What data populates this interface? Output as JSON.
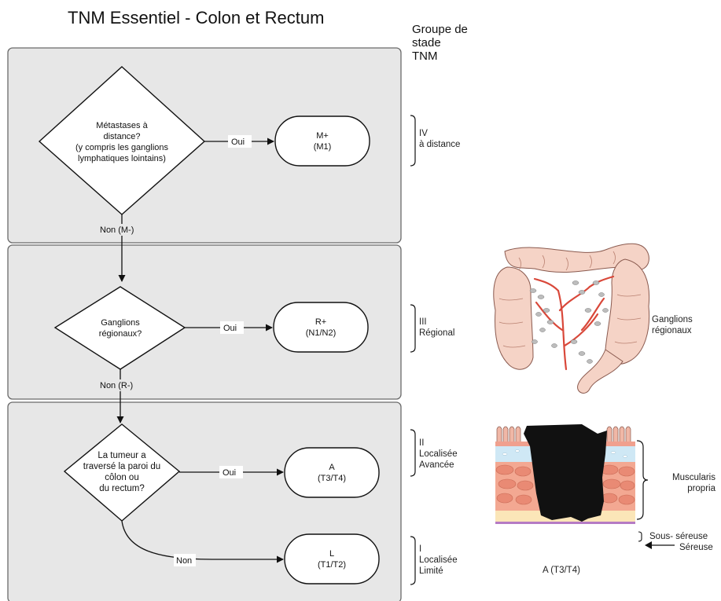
{
  "title": "TNM Essentiel - Colon et Rectum",
  "stage_column": {
    "heading": [
      "Groupe de",
      "stade",
      "TNM"
    ]
  },
  "panels": [
    {
      "decision": [
        "Métastases à",
        "distance?",
        "(y compris les ganglions",
        "lymphatiques lointains)"
      ],
      "yes_label": "Oui",
      "result": [
        "M+",
        "(M1)"
      ],
      "no_label": "Non (M-)",
      "stage": [
        "IV",
        "à distance"
      ]
    },
    {
      "decision": [
        "Ganglions",
        "régionaux?"
      ],
      "yes_label": "Oui",
      "result": [
        "R+",
        "(N1/N2)"
      ],
      "no_label": "Non (R-)",
      "stage": [
        "III",
        "Régional"
      ]
    },
    {
      "decision": [
        "La tumeur a",
        "traversé la paroi du",
        "côlon ou",
        "du rectum?"
      ],
      "yes_label": "Oui",
      "result": [
        "A",
        "(T3/T4)"
      ],
      "stage": [
        "II",
        "Localisée",
        "Avancée"
      ]
    },
    {
      "no_label": "Non",
      "result": [
        "L",
        "(T1/T2)"
      ],
      "stage": [
        "I",
        "Localisée",
        "Limité"
      ]
    }
  ],
  "illustrations": {
    "colon": {
      "label": [
        "Ganglions",
        "régionaux"
      ]
    },
    "wall": {
      "caption": "A (T3/T4)",
      "labels": {
        "muscularis": [
          "Muscularis",
          "propria"
        ],
        "subserosa": "Sous- séreuse",
        "serosa": "Séreuse"
      }
    }
  },
  "colors": {
    "panel_bg": "#e7e7e7",
    "panel_border": "#6a6a6a",
    "colon_fill": "#f5d3c6",
    "vessel": "#d9483a",
    "node": "#bdbdbd",
    "tumor": "#111111",
    "submucosa": "#cfe8f5",
    "muscle": "#e98a74",
    "subserosa": "#fbe6b8",
    "serosa": "#b57bc4"
  }
}
